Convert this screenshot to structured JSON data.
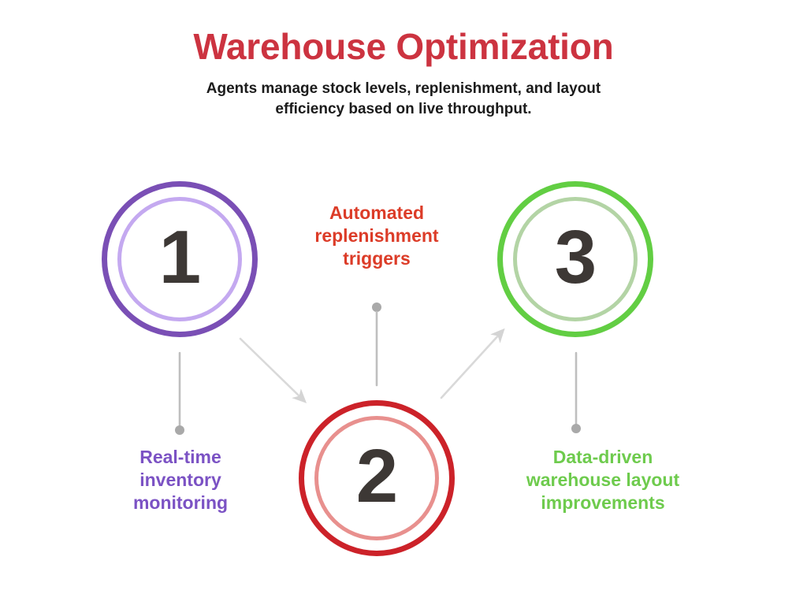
{
  "header": {
    "title": "Warehouse Optimization",
    "subtitle_line_1": "Agents manage stock levels, replenishment, and layout",
    "subtitle_line_2": "efficiency based on live throughput.",
    "title_color": "#CC3340",
    "subtitle_color": "#1b1b1b"
  },
  "background_color": "#ffffff",
  "number_color": "#3D3835",
  "connector_color": "#BFBFBF",
  "arrow_color": "#D4D4D4",
  "steps": [
    {
      "number": "1",
      "label_line_1": "Real-time",
      "label_line_2": "inventory",
      "label_line_3": "monitoring",
      "label_color": "#7B52C4",
      "outer_ring_color": "#7A4FB5",
      "inner_ring_color": "#C4A9F0"
    },
    {
      "number": "2",
      "label_line_1": "Automated",
      "label_line_2": "replenishment",
      "label_line_3": "triggers",
      "label_color": "#DC3C28",
      "outer_ring_color": "#CC2229",
      "inner_ring_color": "#E8908E"
    },
    {
      "number": "3",
      "label_line_1": "Data-driven",
      "label_line_2": "warehouse layout",
      "label_line_3": "improvements",
      "label_color": "#6ECB4D",
      "outer_ring_color": "#62CE43",
      "inner_ring_color": "#B3D4A5"
    }
  ]
}
